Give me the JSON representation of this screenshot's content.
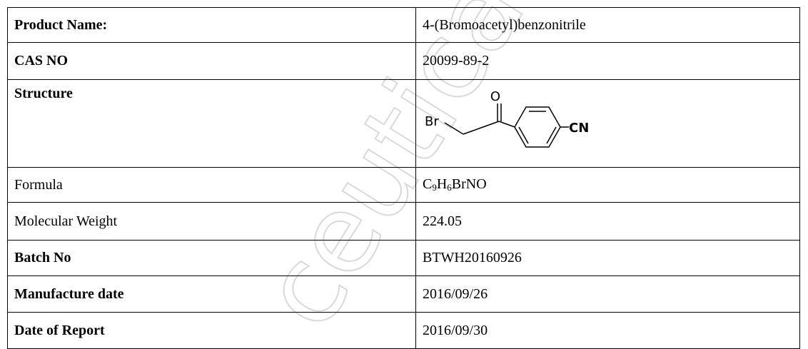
{
  "rows": [
    {
      "label": "Product Name:",
      "value": "4-(Bromoacetyl)benzonitrile"
    },
    {
      "label": "CAS NO",
      "value": "20099-89-2"
    },
    {
      "label": "Structure"
    },
    {
      "label": "Formula",
      "value": {
        "c": "C",
        "c_n": "9",
        "h": "H",
        "h_n": "6",
        "rest": "BrNO"
      }
    },
    {
      "label": "Molecular Weight",
      "value": "224.05"
    },
    {
      "label": "Batch No",
      "value": "BTWH20160926"
    },
    {
      "label": "Manufacture date",
      "value": "2016/09/26"
    },
    {
      "label": "Date of Report",
      "value": "2016/09/30"
    }
  ],
  "structure": {
    "o_label": "O",
    "br_label": "Br",
    "cn_label": "CN"
  },
  "watermark": {
    "text": "ceutical Tec"
  }
}
